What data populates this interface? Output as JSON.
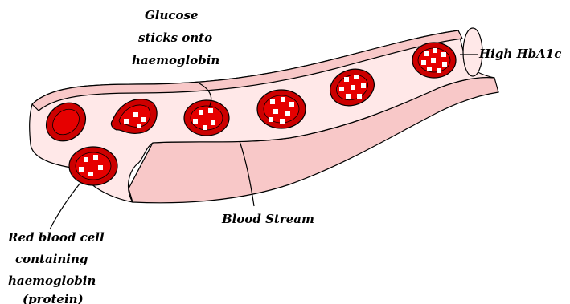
{
  "labels": {
    "glucose_line1": "Glucose",
    "glucose_line2": "sticks onto",
    "glucose_line3": "haemoglobin",
    "high_hba1c": "High HbA1c",
    "blood_stream": "Blood Stream",
    "rbc_line1": "Red blood cell",
    "rbc_line2": "containing",
    "rbc_line3": "haemoglobin",
    "rbc_line4": "(protein)"
  },
  "colors": {
    "vessel_lumen": "#ffe8e8",
    "vessel_wall": "#f8c8c8",
    "cell_outer": "#cc0000",
    "cell_inner": "#e60000",
    "glucose": "#ffffff"
  }
}
